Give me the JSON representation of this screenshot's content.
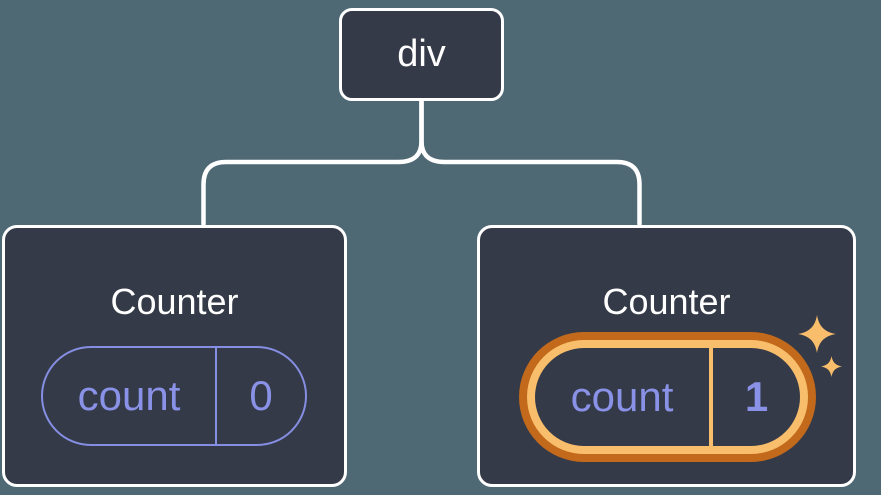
{
  "diagram": {
    "kind": "component-tree",
    "root": {
      "label": "div"
    },
    "children": [
      {
        "title": "Counter",
        "state": {
          "name": "count",
          "value": "0"
        },
        "highlighted": false
      },
      {
        "title": "Counter",
        "state": {
          "name": "count",
          "value": "1"
        },
        "highlighted": true
      }
    ],
    "colors": {
      "background": "#4E6973",
      "node_fill": "#343A47",
      "node_stroke": "#FFFFFF",
      "state_accent_purple": "#858EE2",
      "highlight_ring_outer": "#C2691C",
      "highlight_ring_inner": "#F8BE6B"
    },
    "icons": {
      "sparkle_large": "sparkle-icon",
      "sparkle_small": "sparkle-icon"
    }
  }
}
